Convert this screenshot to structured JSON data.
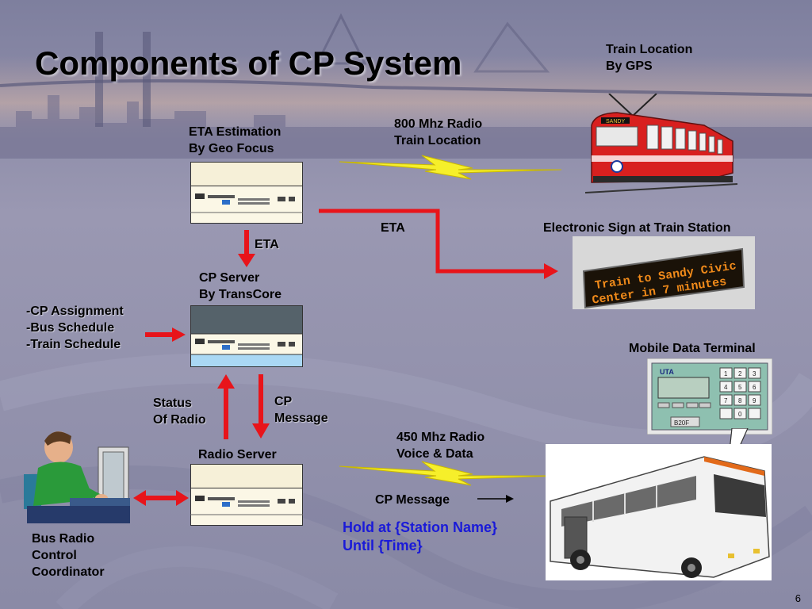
{
  "slide": {
    "title": "Components of CP System",
    "page_number": "6"
  },
  "labels": {
    "train_location_gps": [
      "Train Location",
      "By GPS"
    ],
    "eta_estimation": [
      "ETA Estimation",
      "By Geo Focus"
    ],
    "radio_800": [
      "800 Mhz Radio",
      "Train Location"
    ],
    "eta_top": "ETA",
    "electronic_sign": "Electronic Sign at Train Station",
    "eta_down": "ETA",
    "cp_server": [
      "CP Server",
      "By TransCore"
    ],
    "inputs": [
      "CP Assignment",
      "Bus Schedule",
      "Train Schedule"
    ],
    "mobile_data_terminal": "Mobile Data Terminal",
    "status_of_radio": [
      "Status",
      "Of Radio"
    ],
    "cp_message_vertical": [
      "CP",
      "Message"
    ],
    "radio_450": [
      "450 Mhz Radio",
      "Voice & Data"
    ],
    "radio_server": "Radio Server",
    "cp_message_arrow": "CP Message",
    "hold_message": [
      "Hold at {Station Name}",
      "Until {Time}"
    ],
    "coordinator": [
      "Bus Radio",
      "Control",
      "Coordinator"
    ]
  },
  "sign_text": [
    "Train to Sandy Civic",
    "Center in 7 minutes"
  ],
  "train_sign": "SANDY",
  "terminal": {
    "brand": "UTA",
    "screen_label": "B20F",
    "keys": [
      "1",
      "2",
      "3",
      "4",
      "5",
      "6",
      "7",
      "8",
      "9",
      "",
      "0",
      ""
    ]
  },
  "colors": {
    "arrow_red": "#e8141a",
    "lightning_yellow": "#f6ef2a",
    "hold_text_blue": "#1a1ad8"
  }
}
